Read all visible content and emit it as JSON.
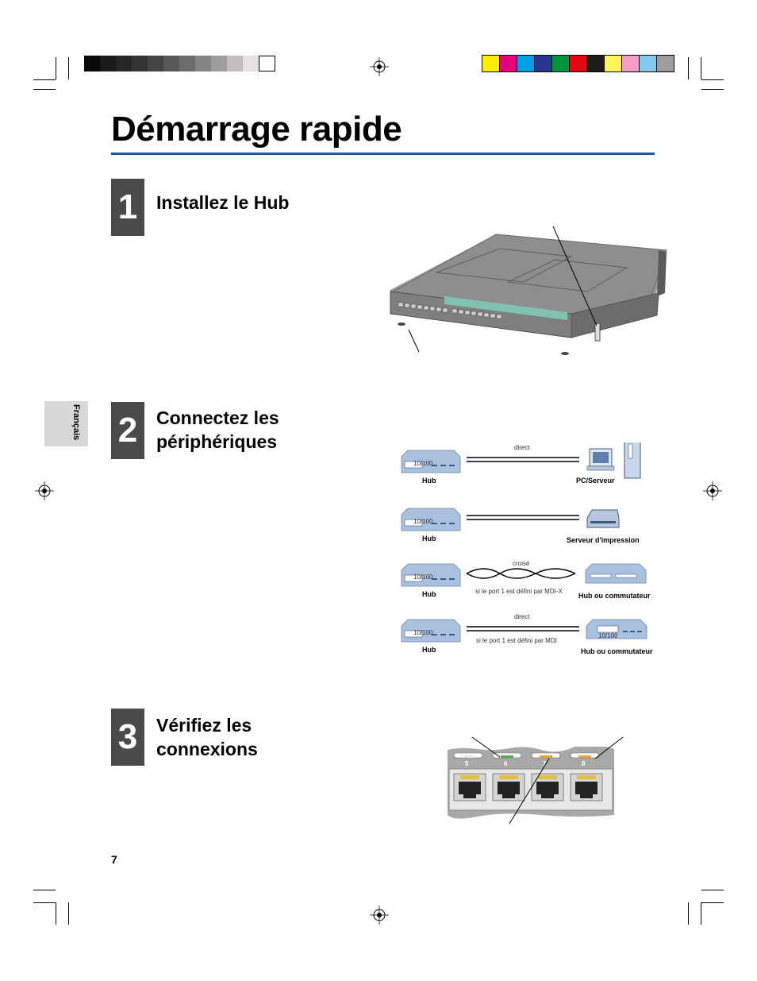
{
  "page": {
    "title": "Démarrage rapide",
    "language_tab": "Français",
    "page_number": "7"
  },
  "steps": [
    {
      "number": "1",
      "heading_lines": [
        "Installez le Hub"
      ]
    },
    {
      "number": "2",
      "heading_lines": [
        "Connectez les",
        "périphériques"
      ]
    },
    {
      "number": "3",
      "heading_lines": [
        "Vérifiez les",
        "connexions"
      ]
    }
  ],
  "connections": [
    {
      "left_label": "Hub",
      "left_port": "10/100",
      "cable_top": "direct",
      "cable_bottom": "",
      "cable_type": "straight",
      "right_label": "PC/Serveur"
    },
    {
      "left_label": "Hub",
      "left_port": "10/100",
      "cable_top": "",
      "cable_bottom": "",
      "cable_type": "straight",
      "right_label": "Serveur d'impression"
    },
    {
      "left_label": "Hub",
      "left_port": "10/100",
      "cable_top": "croisé",
      "cable_bottom": "si le port 1 est défini par MDI-X",
      "cable_type": "crossed",
      "right_label": "Hub ou commutateur"
    },
    {
      "left_label": "Hub",
      "left_port": "10/100",
      "cable_top": "direct",
      "cable_bottom": "si le port 1 est défini par MDI",
      "cable_type": "straight",
      "right_label": "Hub ou commutateur",
      "right_port": "10/100"
    }
  ],
  "ports": [
    "5",
    "6",
    "7",
    "8"
  ],
  "colors": {
    "accent_blue": "#1f5aa0",
    "step_box": "#4a4a4a",
    "led_green": "#4caf50",
    "led_orange": "#f39c32",
    "gray_scale": [
      "#0a0a0a",
      "#1a1a1a",
      "#262626",
      "#333333",
      "#444444",
      "#585858",
      "#6c6c6c",
      "#848484",
      "#a09c9c",
      "#c3bebe",
      "#e6e2e2",
      "#ffffff"
    ],
    "color_bar": [
      "#ffed00",
      "#e6007e",
      "#00a0e3",
      "#29378c",
      "#00963f",
      "#e30613",
      "#1d1d1b",
      "#fff45c",
      "#f39dc4",
      "#83cbee",
      "#9d9d9c"
    ]
  }
}
